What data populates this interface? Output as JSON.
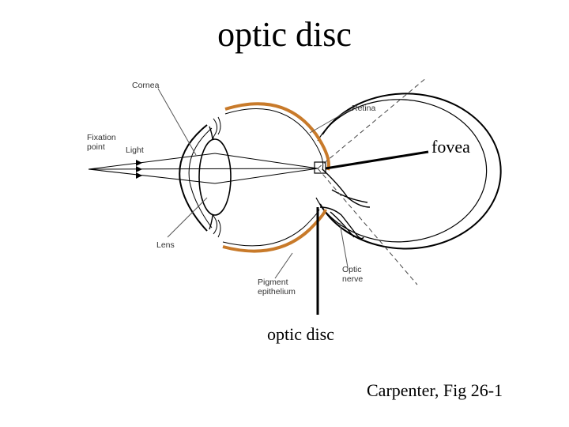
{
  "slide": {
    "title": "optic disc",
    "citation": "Carpenter, Fig 26-1"
  },
  "callouts": {
    "fovea": "fovea",
    "optic_disc": "optic disc"
  },
  "figure_labels": {
    "cornea": "Cornea",
    "retina": "Retina",
    "fixation_line1": "Fixation",
    "fixation_line2": "point",
    "light": "Light",
    "lens": "Lens",
    "pigment_line1": "Pigment",
    "pigment_line2": "epithelium",
    "optic_line1": "Optic",
    "optic_line2": "nerve"
  },
  "colors": {
    "pigment": "#c87a2a",
    "ink": "#000000",
    "line_gray": "#555555"
  }
}
